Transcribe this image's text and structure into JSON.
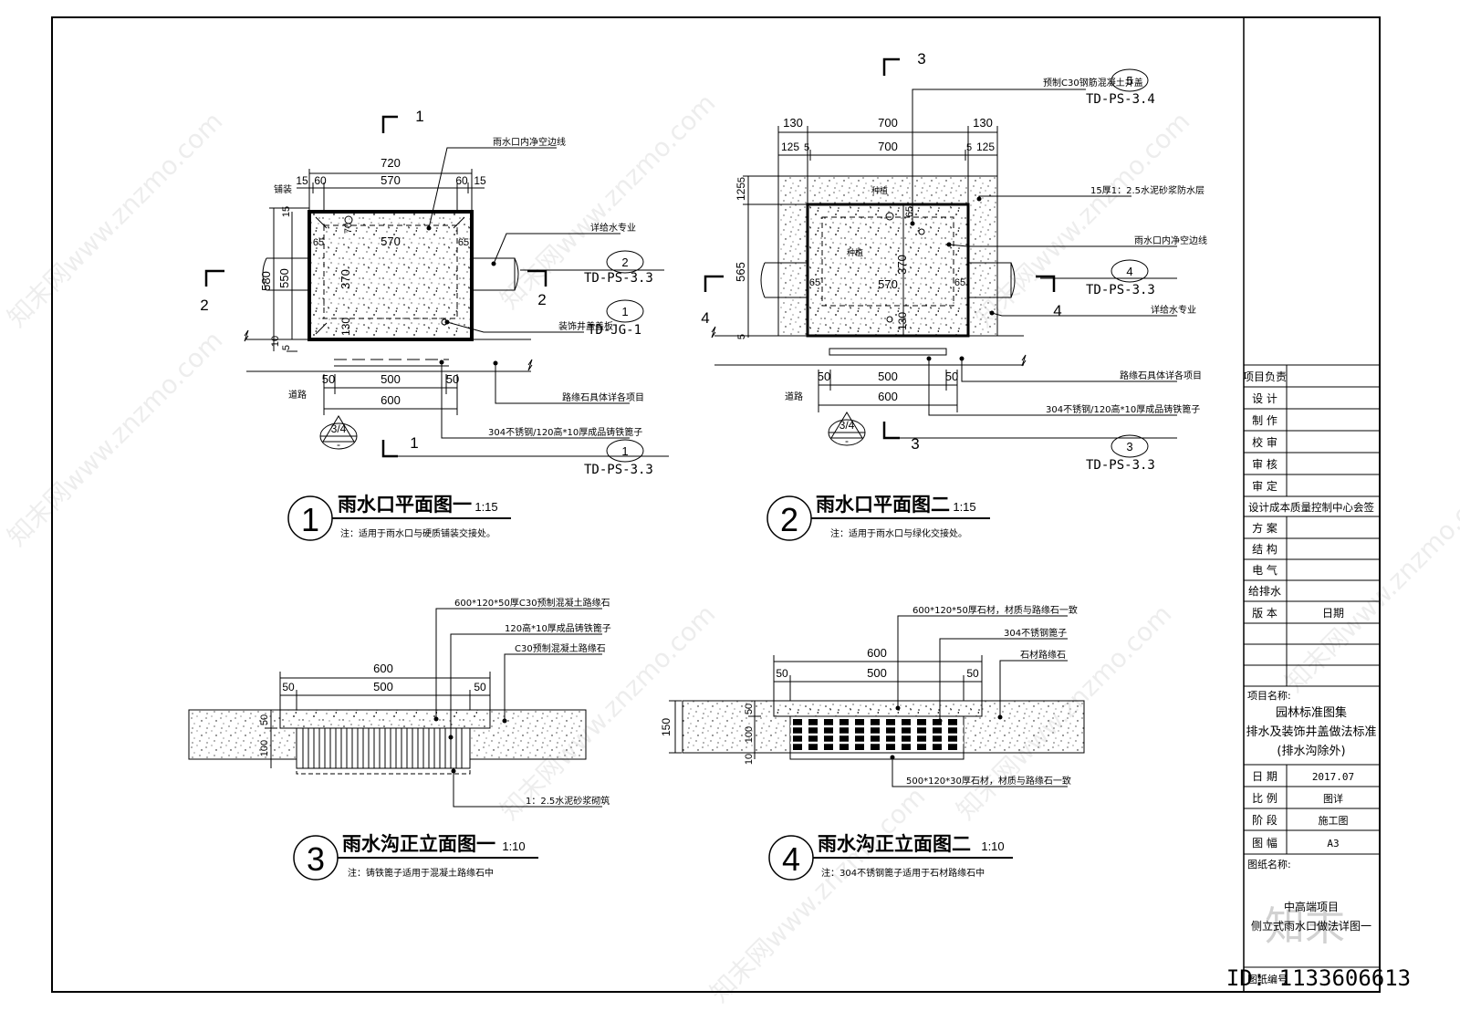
{
  "drawing_1": {
    "title": "雨水口平面图一",
    "scale": "1:15",
    "number": "1",
    "note": "注：适用于雨水口与硬质铺装交接处。",
    "dims_top": [
      "720",
      "15",
      "60",
      "570",
      "60",
      "15"
    ],
    "dims_inner": [
      "570",
      "65",
      "65",
      "370",
      "70",
      "130"
    ],
    "dims_left": [
      "580",
      "550",
      "10",
      "5",
      "15"
    ],
    "dims_bottom": [
      "50",
      "500",
      "50",
      "600"
    ],
    "labels": {
      "pave": "铺装",
      "road": "道路",
      "net_line": "雨水口内净空边线",
      "drain_spec": "详给水专业",
      "cover": "装饰井盖盖板",
      "curb": "路缘石具体详各项目",
      "grate": "304不锈钢/120高*10厚成品铸铁篦子"
    },
    "refs": [
      {
        "num": "2",
        "code": "TD-PS-3.3"
      },
      {
        "num": "1",
        "code": "TD-JG-1"
      },
      {
        "num": "1",
        "code": "TD-PS-3.3"
      }
    ],
    "section_marks": [
      "1",
      "1",
      "2",
      "2"
    ],
    "index_mark": {
      "top": "3/4",
      "bottom": "-"
    }
  },
  "drawing_2": {
    "title": "雨水口平面图二",
    "scale": "1:15",
    "number": "2",
    "note": "注：适用于雨水口与绿化交接处。",
    "dims_top1": [
      "130",
      "700",
      "130"
    ],
    "dims_top2": [
      "125",
      "5",
      "700",
      "5",
      "125"
    ],
    "dims_inner": [
      "65",
      "65",
      "570",
      "370",
      "65",
      "130"
    ],
    "dims_left": [
      "5",
      "125",
      "565",
      "5"
    ],
    "dims_bottom": [
      "50",
      "500",
      "50",
      "600"
    ],
    "labels": {
      "plant": "种植",
      "road": "道路",
      "lid": "预制C30钢筋混凝土井盖",
      "waterproof": "15厚1：2.5水泥砂浆防水层",
      "net_line": "雨水口内净空边线",
      "drain_spec": "详给水专业",
      "curb": "路缘石具体详各项目",
      "grate": "304不锈钢/120高*10厚成品铸铁篦子"
    },
    "refs": [
      {
        "num": "5",
        "code": "TD-PS-3.4"
      },
      {
        "num": "4",
        "code": "TD-PS-3.3"
      },
      {
        "num": "3",
        "code": "TD-PS-3.3"
      }
    ],
    "section_marks": [
      "3",
      "3",
      "4",
      "4"
    ],
    "index_mark": {
      "top": "3/4",
      "bottom": "-"
    }
  },
  "drawing_3": {
    "title": "雨水沟正立面图一",
    "scale": "1:10",
    "number": "3",
    "note": "注：铸铁篦子适用于混凝土路缘石中",
    "dims": [
      "600",
      "50",
      "500",
      "50",
      "50",
      "100"
    ],
    "labels": {
      "curb": "600*120*50厚C30预制混凝土路缘石",
      "grate": "120高*10厚成品铸铁篦子",
      "concrete": "C30预制混凝土路缘石",
      "mortar": "1：2.5水泥砂浆砌筑"
    }
  },
  "drawing_4": {
    "title": "雨水沟正立面图二",
    "scale": "1:10",
    "number": "4",
    "note": "注：304不锈钢篦子适用于石材路缘石中",
    "dims": [
      "600",
      "50",
      "500",
      "50",
      "150",
      "50",
      "100",
      "10"
    ],
    "labels": {
      "stone_top": "600*120*50厚石材，材质与路缘石一致",
      "grate": "304不锈钢篦子",
      "stone_curb": "石材路缘石",
      "stone_bottom": "500*120*30厚石材，材质与路缘石一致"
    }
  },
  "title_block": {
    "rows": [
      "项目负责",
      "设  计",
      "制  作",
      "校  审",
      "审  核",
      "审  定"
    ],
    "cosign": "设计成本质量控制中心会签",
    "disciplines": [
      "方  案",
      "结  构",
      "电  气",
      "给排水"
    ],
    "version": "版  本",
    "date_label": "日期",
    "project_label": "项目名称:",
    "project_lines": [
      "园林标准图集",
      "排水及装饰井盖做法标准",
      "(排水沟除外)"
    ],
    "info": [
      {
        "k": "日  期",
        "v": "2017.07"
      },
      {
        "k": "比  例",
        "v": "图详"
      },
      {
        "k": "阶  段",
        "v": "施工图"
      },
      {
        "k": "图  幅",
        "v": "A3"
      }
    ],
    "drawing_name_label": "图纸名称:",
    "drawing_name_lines": [
      "中高端项目",
      "侧立式雨水口做法详图一"
    ],
    "sheet_label": "图纸编号"
  },
  "watermark": {
    "text": "知末网www.znzmo.com",
    "logo": "知末",
    "id": "ID: 1133606613"
  }
}
